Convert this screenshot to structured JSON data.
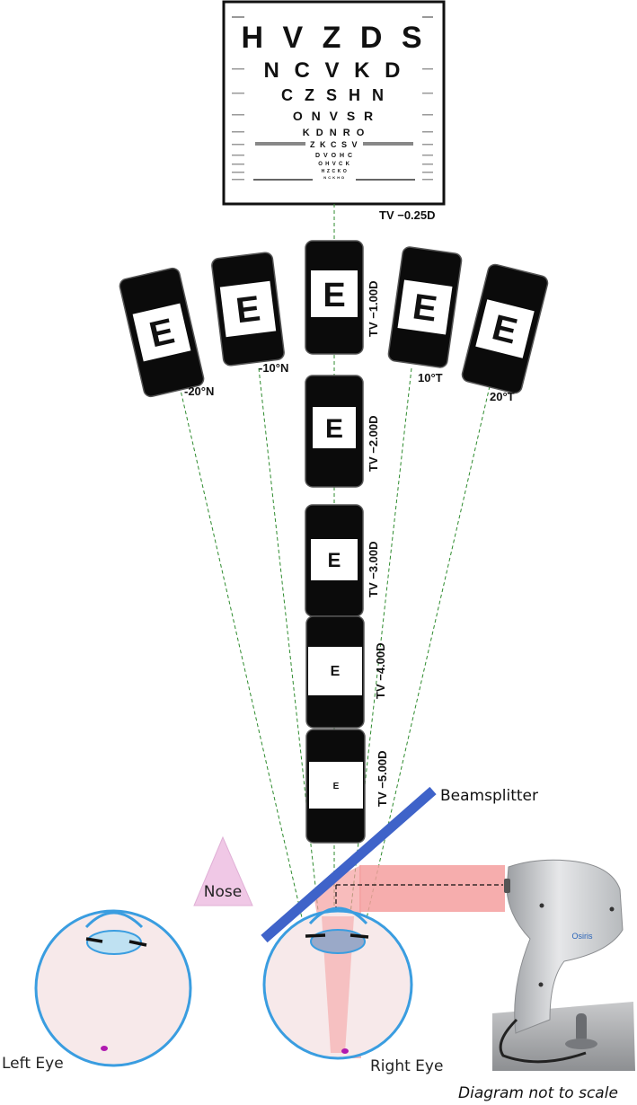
{
  "chart": {
    "rows": [
      "H V Z D S",
      "N C V K D",
      "C Z S H N",
      "O N V S R",
      "K D N R O",
      "Z K C S V",
      "D V O H C",
      "O H V C K",
      "H Z C K O",
      "N C K H D"
    ],
    "tv_label": "TV −0.25D"
  },
  "targets": {
    "optotype": "E",
    "central": [
      {
        "label": "TV −1.00D"
      },
      {
        "label": "TV −2.00D"
      },
      {
        "label": "TV −3.00D"
      },
      {
        "label": "TV −4.00D"
      },
      {
        "label": "TV −5.00D"
      }
    ],
    "peripheral": [
      {
        "label": "-20°N"
      },
      {
        "label": "-10°N"
      },
      {
        "label": "10°T"
      },
      {
        "label": "20°T"
      }
    ]
  },
  "labels": {
    "beamsplitter": "Beamsplitter",
    "nose": "Nose",
    "left_eye": "Left Eye",
    "right_eye": "Right Eye",
    "device": "Osiris",
    "note": "Diagram not to scale"
  },
  "colors": {
    "eye_outline": "#3a9de0",
    "eye_fill": "#f7e9ea",
    "beamsplitter": "#3f63c9",
    "beam": "#f59f9f",
    "nose": "#f0c8e6",
    "sight_lines": "#2e8b2e",
    "phone_body": "#0b0b0b"
  },
  "icons": [
    "eye-chart",
    "smartphone-icon",
    "osiris-device-icon"
  ]
}
